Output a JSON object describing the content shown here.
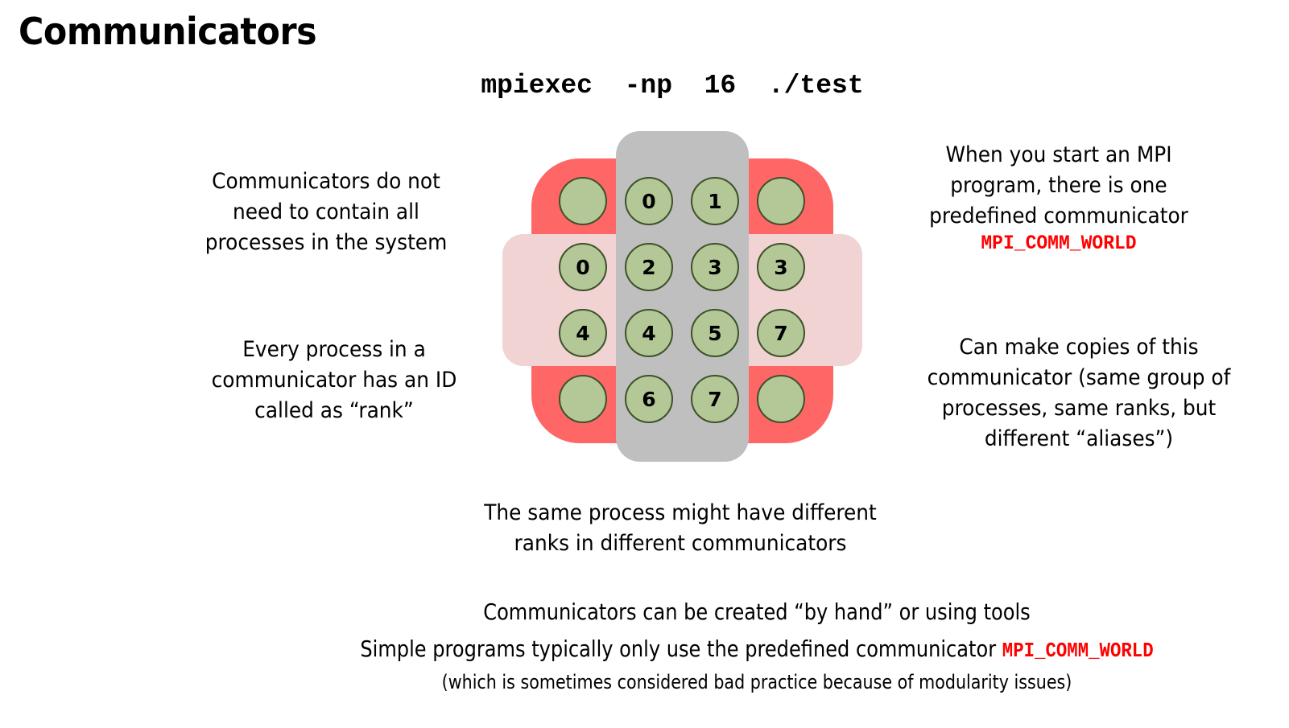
{
  "slide": {
    "title": "Communicators",
    "command": "mpiexec  -np  16  ./test"
  },
  "notes": {
    "left_top": [
      "Communicators do not",
      "need to contain all",
      "processes in the system"
    ],
    "left_bottom": [
      "Every process in a",
      "communicator has an ID",
      "called as “rank”"
    ],
    "right_top": {
      "lines": [
        "When you start an MPI",
        "program, there is one",
        "predefined communicator"
      ],
      "code": "MPI_COMM_WORLD"
    },
    "right_bottom": [
      "Can make copies of this",
      "communicator (same group of",
      "processes, same ranks, but",
      "different “aliases”)"
    ],
    "center": [
      "The same process might have different",
      "ranks in different communicators"
    ]
  },
  "bottom": {
    "line1": "Communicators can be created “by hand” or using tools",
    "line2_text": "Simple programs typically only use the predefined communicator ",
    "line2_code": "MPI_COMM_WORLD",
    "line3": "(which is sometimes considered bad practice because of modularity issues)"
  },
  "diagram": {
    "colors": {
      "world_group": "#ff6666",
      "row_group": "#f2d3d3",
      "column_group": "#bfbfbf",
      "process_fill": "#b3c797",
      "process_border": "#3d5229",
      "code_highlight": "#ff0000"
    },
    "grid": [
      [
        "",
        "0",
        "1",
        ""
      ],
      [
        "0",
        "2",
        "3",
        "3"
      ],
      [
        "4",
        "4",
        "5",
        "7"
      ],
      [
        "",
        "6",
        "7",
        ""
      ]
    ]
  }
}
